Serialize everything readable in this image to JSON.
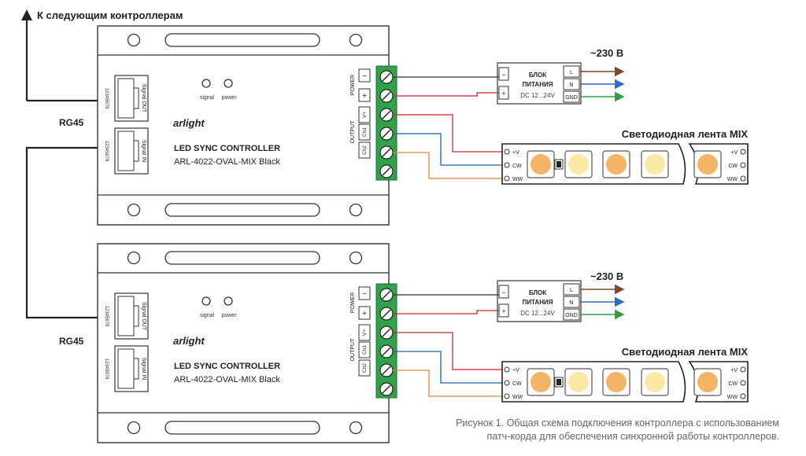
{
  "top_label": "К следующим контроллерам",
  "rg45_label": "RG45",
  "controller": {
    "brand": "arlight",
    "title": "LED SYNC CONTROLLER",
    "model": "ARL-4022-OVAL-MIX Black",
    "led_signal": "signal",
    "led_power": "power",
    "port_out": "Signal OUT",
    "port_in": "Signal IN",
    "pin_numbers": "12345678",
    "power_label": "POWER",
    "output_label": "OUTPUT",
    "minus": "−",
    "plus": "+",
    "v_plus": "V+",
    "ch1": "Ch1",
    "ch2": "Ch2"
  },
  "psu": {
    "voltage": "~230 В",
    "title_line1": "БЛОК",
    "title_line2": "ПИТАНИЯ",
    "dc": "DC 12...24V",
    "terminal_l": "L",
    "terminal_n": "N",
    "terminal_gnd": "GND",
    "minus": "−",
    "plus": "+"
  },
  "strip": {
    "title": "Светодиодная лента MIX",
    "pad_v": "+V",
    "pad_cw": "CW",
    "pad_ww": "WW"
  },
  "caption": {
    "line1": "Рисунок 1. Общая схема подключения контроллера с использованием",
    "line2": "патч-корда для обеспечения синхронной работы контроллеров."
  },
  "colors": {
    "terminal_green": "#2fa24a",
    "wire_red": "#c8282d",
    "wire_blue": "#1f5fae",
    "wire_orange": "#e8833a",
    "wire_brown": "#7a4a2b",
    "wire_navy": "#2b6cc4",
    "wire_green": "#2ea043",
    "wire_black": "#333333",
    "led_warm": "#f3b465",
    "led_cool": "#fbe9a6"
  }
}
